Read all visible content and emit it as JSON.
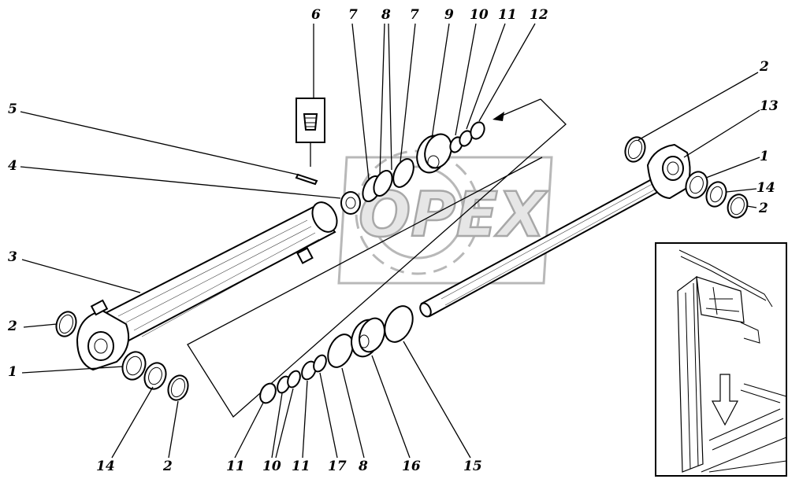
{
  "watermark": {
    "text": "OPEX"
  },
  "labels": [
    {
      "id": "6",
      "text": "6"
    },
    {
      "id": "7a",
      "text": "7"
    },
    {
      "id": "8a",
      "text": "8"
    },
    {
      "id": "7b",
      "text": "7"
    },
    {
      "id": "9",
      "text": "9"
    },
    {
      "id": "10a",
      "text": "10"
    },
    {
      "id": "11a",
      "text": "11"
    },
    {
      "id": "12",
      "text": "12"
    },
    {
      "id": "5",
      "text": "5"
    },
    {
      "id": "4",
      "text": "4"
    },
    {
      "id": "3",
      "text": "3"
    },
    {
      "id": "2a",
      "text": "2"
    },
    {
      "id": "1a",
      "text": "1"
    },
    {
      "id": "14a",
      "text": "14"
    },
    {
      "id": "2b",
      "text": "2"
    },
    {
      "id": "11b",
      "text": "11"
    },
    {
      "id": "10b",
      "text": "10"
    },
    {
      "id": "11c",
      "text": "11"
    },
    {
      "id": "17",
      "text": "17"
    },
    {
      "id": "8b",
      "text": "8"
    },
    {
      "id": "16",
      "text": "16"
    },
    {
      "id": "15",
      "text": "15"
    },
    {
      "id": "2c",
      "text": "2"
    },
    {
      "id": "13",
      "text": "13"
    },
    {
      "id": "1b",
      "text": "1"
    },
    {
      "id": "14b",
      "text": "14"
    },
    {
      "id": "2d",
      "text": "2"
    }
  ]
}
